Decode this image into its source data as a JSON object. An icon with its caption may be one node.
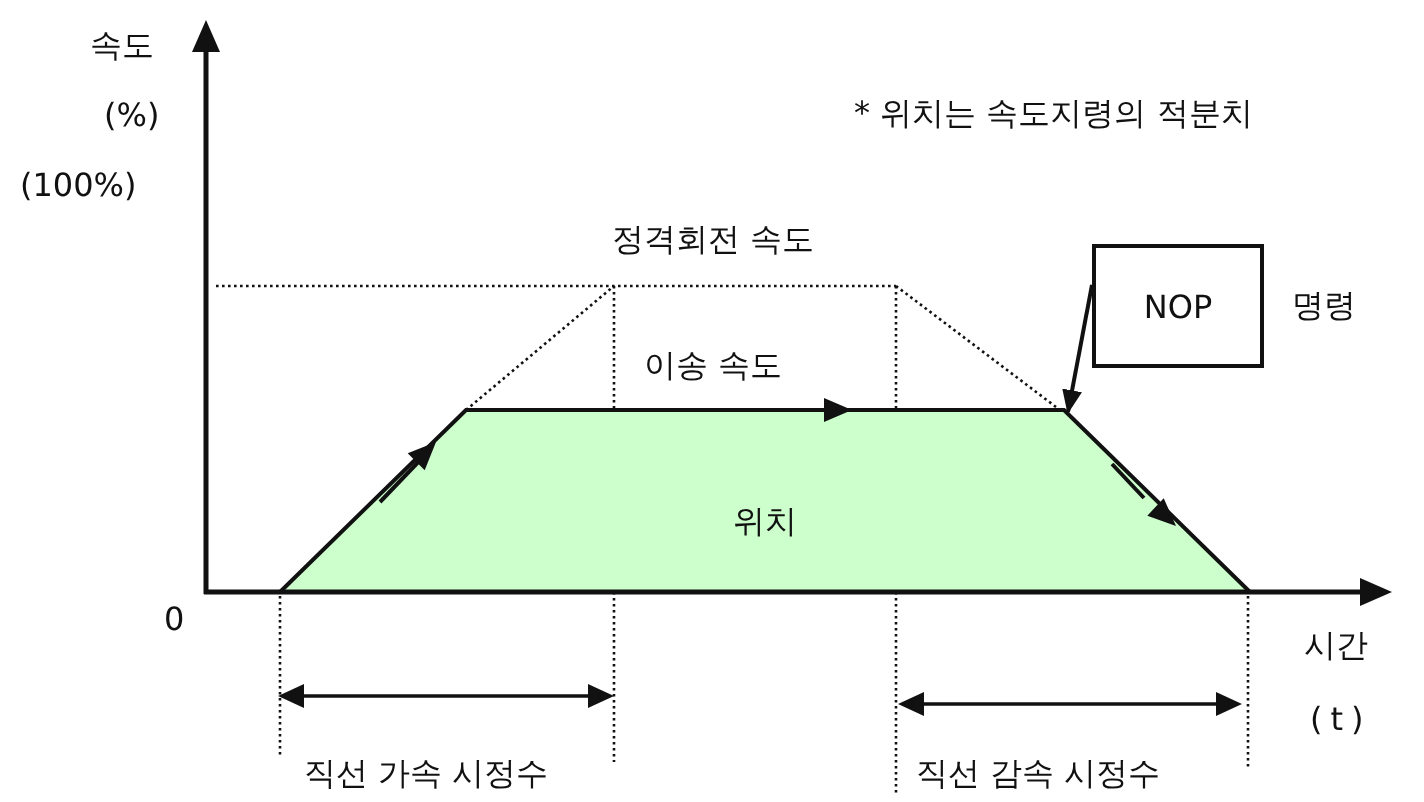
{
  "diagram": {
    "nodes": [
      {
        "text": [
          "NOP"
        ],
        "beside": [
          "명령"
        ]
      },
      {
        "text": [
          "위치"
        ]
      }
    ],
    "edges": [
      {
        "from": 0,
        "to": 1,
        "arrow": "to"
      }
    ],
    "labels": [
      "속도",
      "(%)",
      "* 위치는 속도지령의 적분치",
      "(100%)",
      "정격회전 속도",
      "이송 속도",
      "0",
      "시간",
      "(t)",
      "직선 가속 시정수",
      "직선 감속 시정수"
    ]
  }
}
